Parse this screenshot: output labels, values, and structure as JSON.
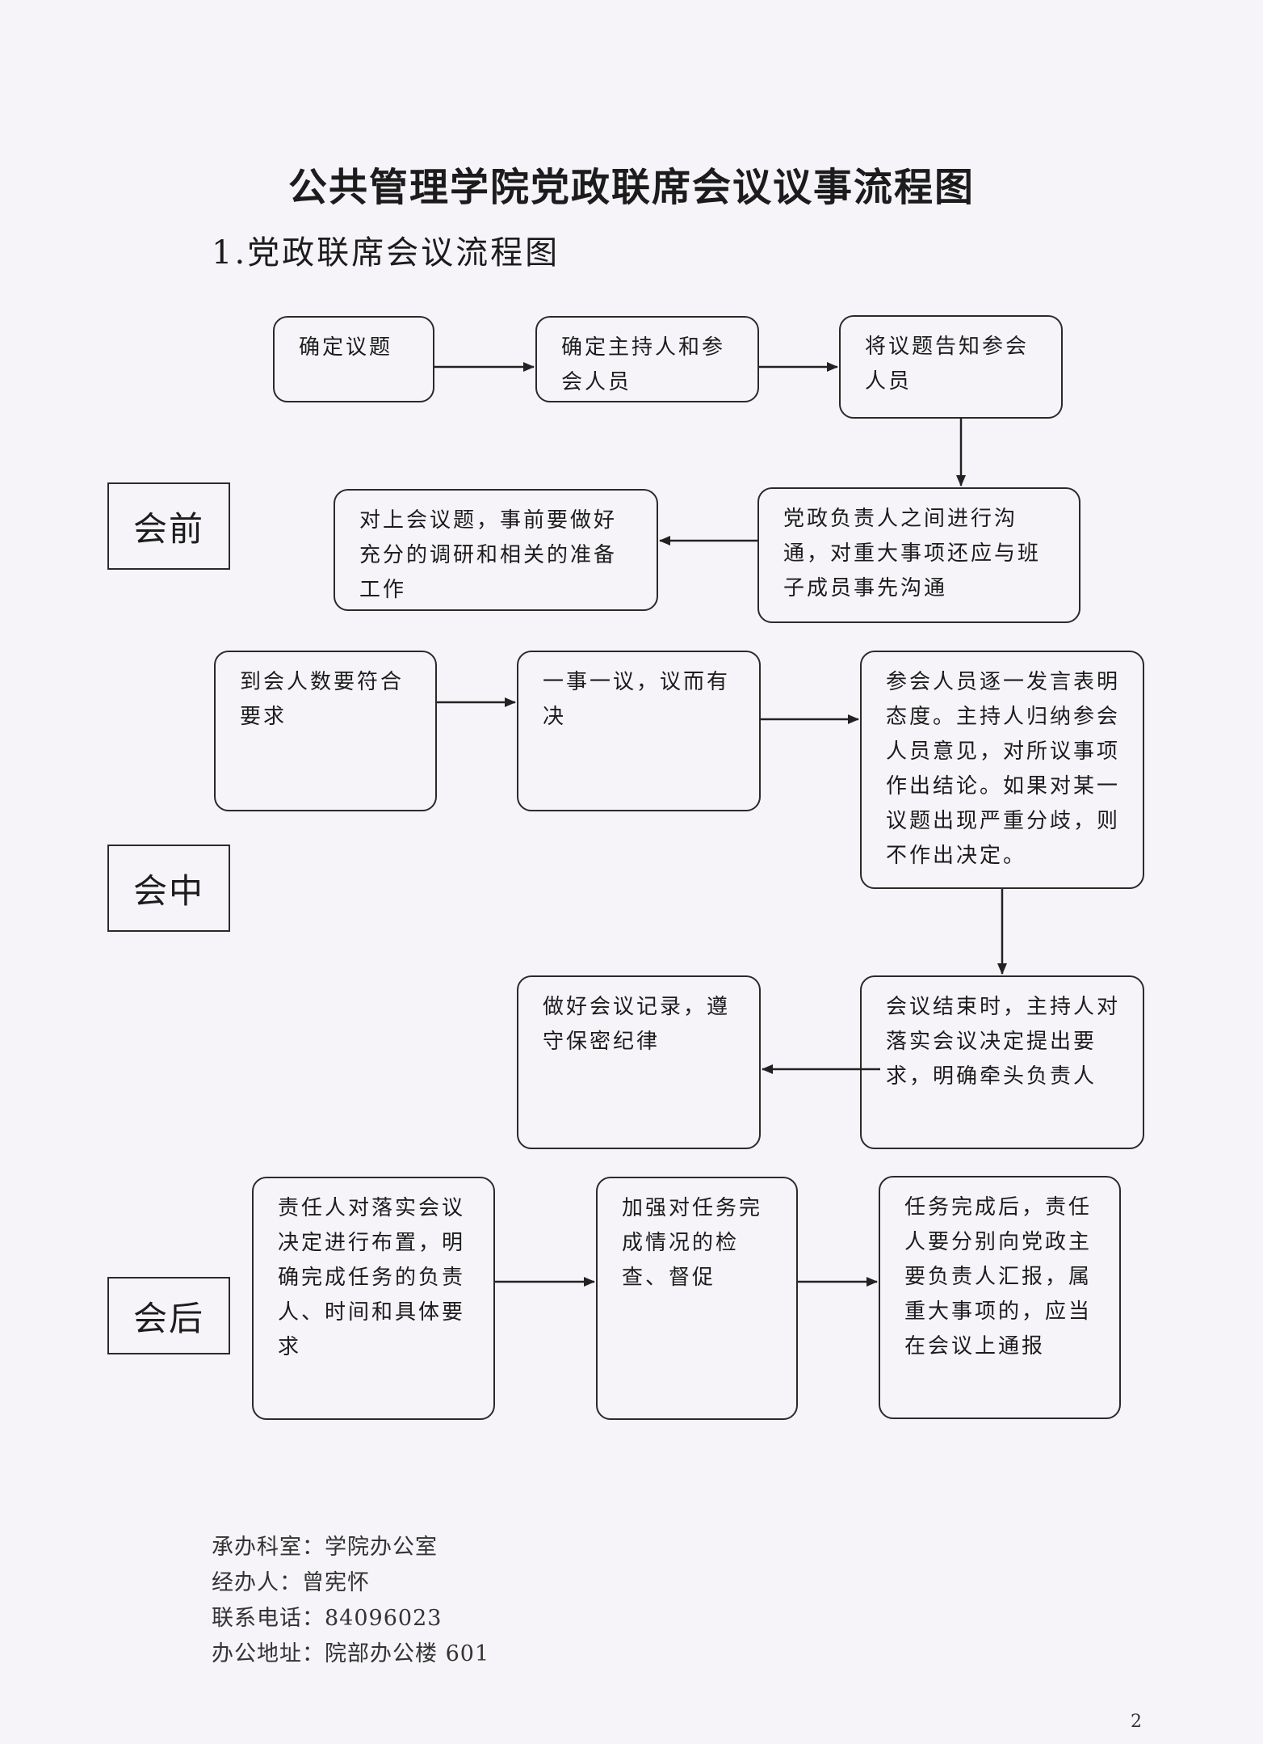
{
  "title": "公共管理学院党政联席会议议事流程图",
  "subtitle": "1.党政联席会议流程图",
  "phases": {
    "before": "会前",
    "during": "会中",
    "after": "会后"
  },
  "steps": {
    "s1": "确定议题",
    "s2": "确定主持人和参会人员",
    "s3": "将议题告知参会人员",
    "s4": "党政负责人之间进行沟通，对重大事项还应与班子成员事先沟通",
    "s5": "对上会议题，事前要做好充分的调研和相关的准备工作",
    "s6": "到会人数要符合要求",
    "s7": "一事一议，议而有决",
    "s8": "参会人员逐一发言表明态度。主持人归纳参会人员意见，对所议事项作出结论。如果对某一议题出现严重分歧，则不作出决定。",
    "s9": "会议结束时，主持人对落实会议决定提出要求，明确牵头负责人",
    "s10": "做好会议记录，遵守保密纪律",
    "s11": "责任人对落实会议决定进行布置，明确完成任务的负责人、时间和具体要求",
    "s12": "加强对任务完成情况的检查、督促",
    "s13": "任务完成后，责任人要分别向党政主要负责人汇报，属重大事项的，应当在会议上通报"
  },
  "footer": {
    "office": "承办科室：学院办公室",
    "handler": "经办人：曾宪怀",
    "phone": "联系电话：84096023",
    "address": "办公地址：院部办公楼 601"
  },
  "page_number": "2"
}
